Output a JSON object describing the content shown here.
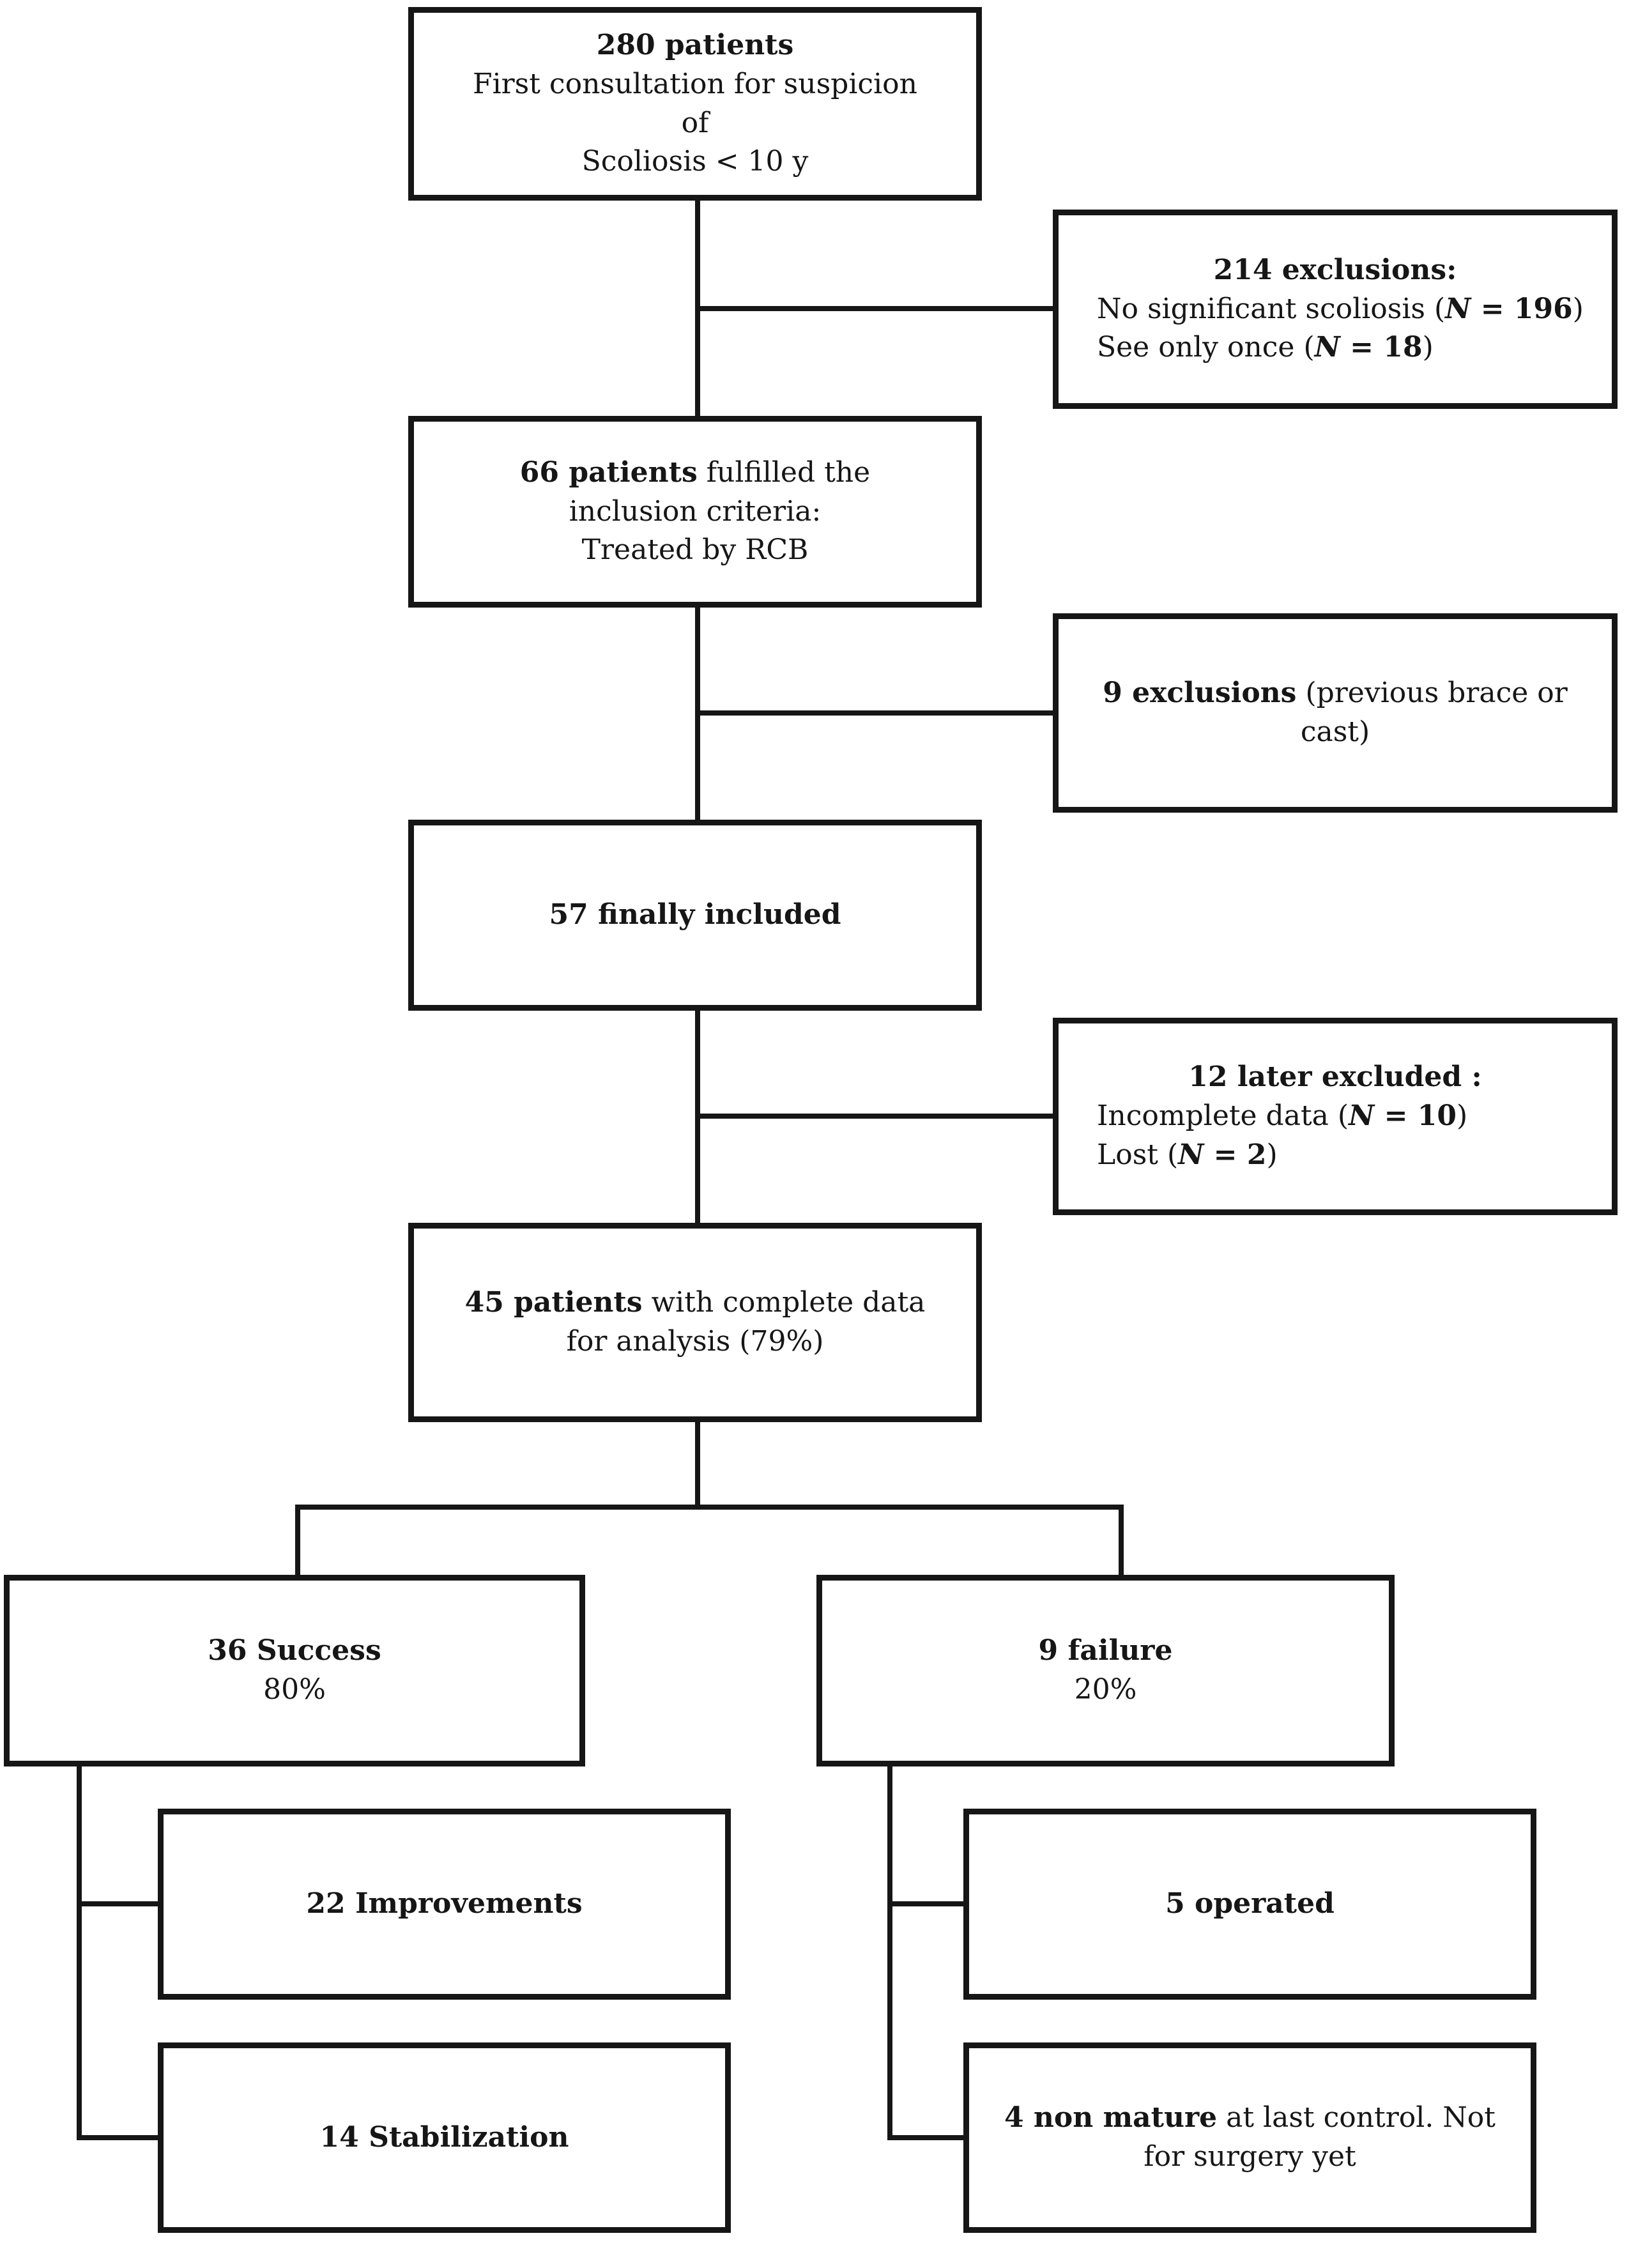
{
  "colors": {
    "line": "#161616",
    "background": "#ffffff",
    "text": "#161616"
  },
  "nodes": {
    "patients280": {
      "l1": "280 patients",
      "l2": "First consultation for suspicion",
      "l3": "of",
      "l4": "Scoliosis < 10 y"
    },
    "exclusions214": {
      "title": "214 exclusions:",
      "l2a": "No significant scoliosis (",
      "l2n": "N",
      "l2v": " = 196",
      "l2c": ")",
      "l3a": "See only once (",
      "l3n": "N",
      "l3v": " = 18",
      "l3c": ")"
    },
    "patients66": {
      "l1b": "66 patients",
      "l1r": " fulfilled the",
      "l2": "inclusion criteria:",
      "l3": "Treated by RCB"
    },
    "exclusions9": {
      "l1b": "9 exclusions",
      "l1r": " (previous brace or",
      "l2": "cast)"
    },
    "included57": {
      "l1": "57 finally included"
    },
    "excluded12": {
      "title": "12 later excluded :",
      "l2a": "Incomplete data (",
      "l2n": "N",
      "l2v": " = 10",
      "l2c": ")",
      "l3a": "Lost (",
      "l3n": "N",
      "l3v": " = 2",
      "l3c": ")"
    },
    "patients45": {
      "l1b": "45 patients",
      "l1r": " with complete data",
      "l2": "for analysis (79%)"
    },
    "success": {
      "l1": "36 Success",
      "l2": "80%"
    },
    "failure": {
      "l1": "9 failure",
      "l2": "20%"
    },
    "improvements": {
      "l1": "22 Improvements"
    },
    "stabilization": {
      "l1": "14 Stabilization"
    },
    "operated": {
      "l1": "5 operated"
    },
    "nonmature": {
      "l1b": "4 non mature",
      "l1r": " at last control. Not",
      "l2": "for surgery yet"
    }
  }
}
